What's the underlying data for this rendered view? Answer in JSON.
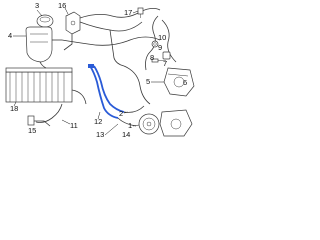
{
  "colors": {
    "highlight": "#2a5bd7",
    "linework": "#3a3a3a",
    "background": "#ffffff"
  },
  "callouts": {
    "c1": "1",
    "c2": "2",
    "c3": "3",
    "c4": "4",
    "c5": "5",
    "c6": "6",
    "c7": "7",
    "c8": "8",
    "c9": "9",
    "c10": "10",
    "c11": "11",
    "c12": "12",
    "c13": "13",
    "c14": "14",
    "c15": "15",
    "c16": "16",
    "c17": "17",
    "c18": "18"
  }
}
